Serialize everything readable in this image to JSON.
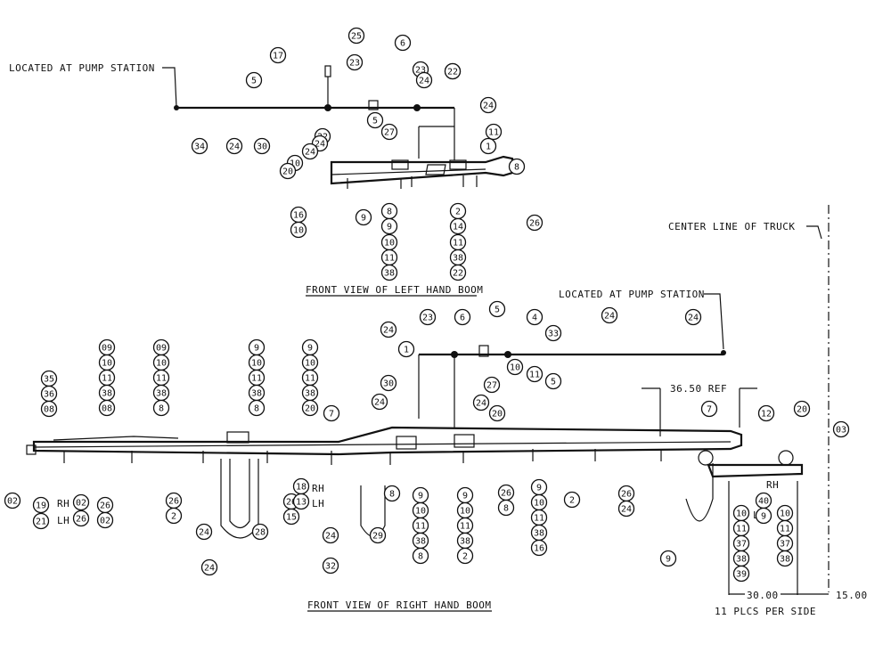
{
  "labels": {
    "pump_station_top": "LOCATED AT PUMP STATION",
    "pump_station_bottom": "LOCATED AT PUMP STATION",
    "center_line": "CENTER LINE OF TRUCK",
    "front_view_left": "FRONT VIEW OF LEFT HAND BOOM",
    "front_view_right": "FRONT VIEW OF RIGHT HAND BOOM",
    "dim_36": "36.50 REF",
    "dim_30": "30.00",
    "dim_15": "15.00",
    "plcs": "11 PLCS PER SIDE",
    "rh": "RH",
    "lh": "LH"
  },
  "balloons": [
    "25",
    "17",
    "6",
    "23",
    "22",
    "5",
    "23",
    "4",
    "24",
    "5",
    "22",
    "24",
    "34",
    "24",
    "30",
    "27",
    "11",
    "24",
    "1",
    "10",
    "24",
    "20",
    "8",
    "8",
    "2",
    "16",
    "9",
    "9",
    "14",
    "26",
    "10",
    "10",
    "11",
    "11",
    "38",
    "38",
    "22",
    "23",
    "6",
    "5",
    "4",
    "24",
    "33",
    "24",
    "24",
    "1",
    "10",
    "11",
    "5",
    "27",
    "30",
    "24",
    "24",
    "20",
    "7",
    "7",
    "12",
    "20",
    "03",
    "35",
    "36",
    "08",
    "09",
    "10",
    "11",
    "38",
    "08",
    "09",
    "10",
    "11",
    "38",
    "8",
    "9",
    "10",
    "11",
    "38",
    "8",
    "9",
    "10",
    "11",
    "38",
    "20",
    "02",
    "19",
    "02",
    "26",
    "21",
    "26",
    "02",
    "26",
    "2",
    "26",
    "15",
    "18",
    "13",
    "8",
    "9",
    "10",
    "11",
    "38",
    "8",
    "9",
    "10",
    "11",
    "38",
    "2",
    "26",
    "8",
    "9",
    "10",
    "11",
    "38",
    "16",
    "2",
    "26",
    "24",
    "24",
    "28",
    "24",
    "24",
    "29",
    "32",
    "9",
    "10",
    "11",
    "37",
    "38",
    "39",
    "40",
    "9",
    "10",
    "11",
    "37",
    "38"
  ]
}
